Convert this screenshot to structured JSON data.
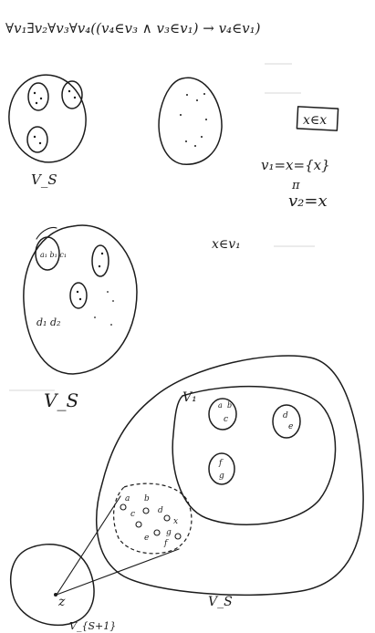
{
  "formula": "∀v₁∃v₂∀v₃∀v₄((v₄∈v₃ ∧ v₃∈v₁) → v₄∈v₁)",
  "note_box": "x∈x",
  "eq_line1": "v₁=x={x}",
  "eq_line2": "v₂=x",
  "eq_pi": "π",
  "mid_note": "x∈v₁",
  "sketch1_label": "V_S",
  "sketch2_label": "V_S",
  "sketch2_inner": "d₁ d₂",
  "sketch2_blob_a": "a₁ b₁ c₁",
  "big_v1_label": "V₁",
  "big_vs_label": "V_S",
  "set_abc": {
    "a": "a",
    "b": "b",
    "c": "c"
  },
  "set_de": {
    "d": "d",
    "e": "e"
  },
  "set_fg": {
    "f": "f",
    "g": "g"
  },
  "dashed_letters": [
    "a",
    "b",
    "c",
    "d",
    "e",
    "f",
    "g",
    "x"
  ],
  "z_label": "z",
  "vs1_label": "V_{S+1}",
  "colors": {
    "ink": "#1c1c1c",
    "paper": "#ffffff"
  }
}
